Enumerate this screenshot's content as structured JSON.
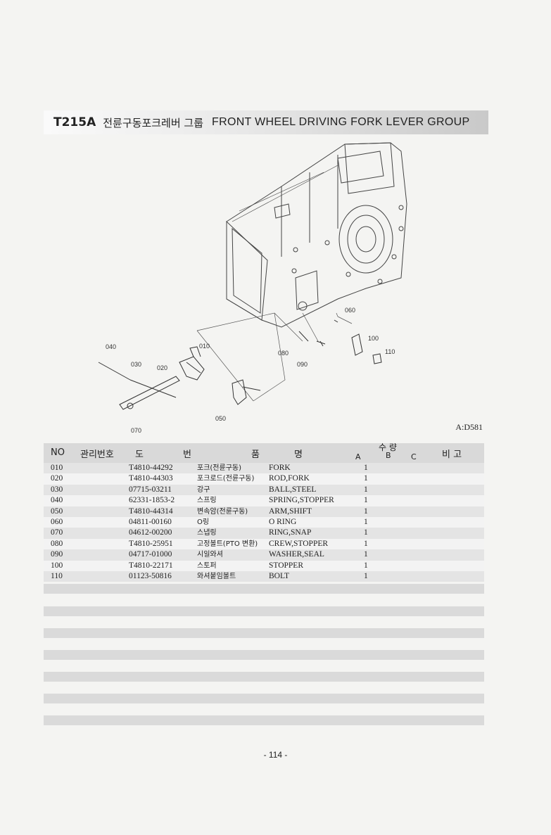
{
  "header": {
    "code": "T215A",
    "title_ko": "전륜구동포크레버 그룹",
    "title_en": "FRONT WHEEL DRIVING FORK LEVER GROUP"
  },
  "diagram": {
    "callouts": [
      "010",
      "020",
      "030",
      "040",
      "050",
      "060",
      "070",
      "080",
      "090",
      "100",
      "110"
    ],
    "reference": "A:D581"
  },
  "table": {
    "headers": {
      "no": "NO",
      "mgmt": "관리번호",
      "drawing_1": "도",
      "drawing_2": "번",
      "name_1": "품",
      "name_2": "명",
      "qty": "수 량",
      "qty_a": "A",
      "qty_b": "B",
      "qty_c": "C",
      "remark": "비 고"
    },
    "rows": [
      {
        "no": "010",
        "drawing": "T4810-44292",
        "name_ko": "포크(전륜구동)",
        "name_en": "FORK",
        "qty_a": "1"
      },
      {
        "no": "020",
        "drawing": "T4810-44303",
        "name_ko": "포크로드(전륜구동)",
        "name_en": "ROD,FORK",
        "qty_a": "1"
      },
      {
        "no": "030",
        "drawing": "07715-03211",
        "name_ko": "강구",
        "name_en": "BALL,STEEL",
        "qty_a": "1"
      },
      {
        "no": "040",
        "drawing": "62331-1853-2",
        "name_ko": "스프링",
        "name_en": "SPRING,STOPPER",
        "qty_a": "1"
      },
      {
        "no": "050",
        "drawing": "T4810-44314",
        "name_ko": "변속암(전륜구동)",
        "name_en": "ARM,SHIFT",
        "qty_a": "1"
      },
      {
        "no": "060",
        "drawing": "04811-00160",
        "name_ko": "O링",
        "name_en": "O RING",
        "qty_a": "1"
      },
      {
        "no": "070",
        "drawing": "04612-00200",
        "name_ko": "스냅링",
        "name_en": "RING,SNAP",
        "qty_a": "1"
      },
      {
        "no": "080",
        "drawing": "T4810-25951",
        "name_ko": "고정볼트(PTO 변환)",
        "name_en": "CREW,STOPPER",
        "qty_a": "1"
      },
      {
        "no": "090",
        "drawing": "04717-01000",
        "name_ko": "시일와셔",
        "name_en": "WASHER,SEAL",
        "qty_a": "1"
      },
      {
        "no": "100",
        "drawing": "T4810-22171",
        "name_ko": "스토퍼",
        "name_en": "STOPPER",
        "qty_a": "1"
      },
      {
        "no": "110",
        "drawing": "01123-50816",
        "name_ko": "와셔붙임볼트",
        "name_en": "BOLT",
        "qty_a": "1"
      }
    ]
  },
  "footer": {
    "page": "- 114 -"
  }
}
